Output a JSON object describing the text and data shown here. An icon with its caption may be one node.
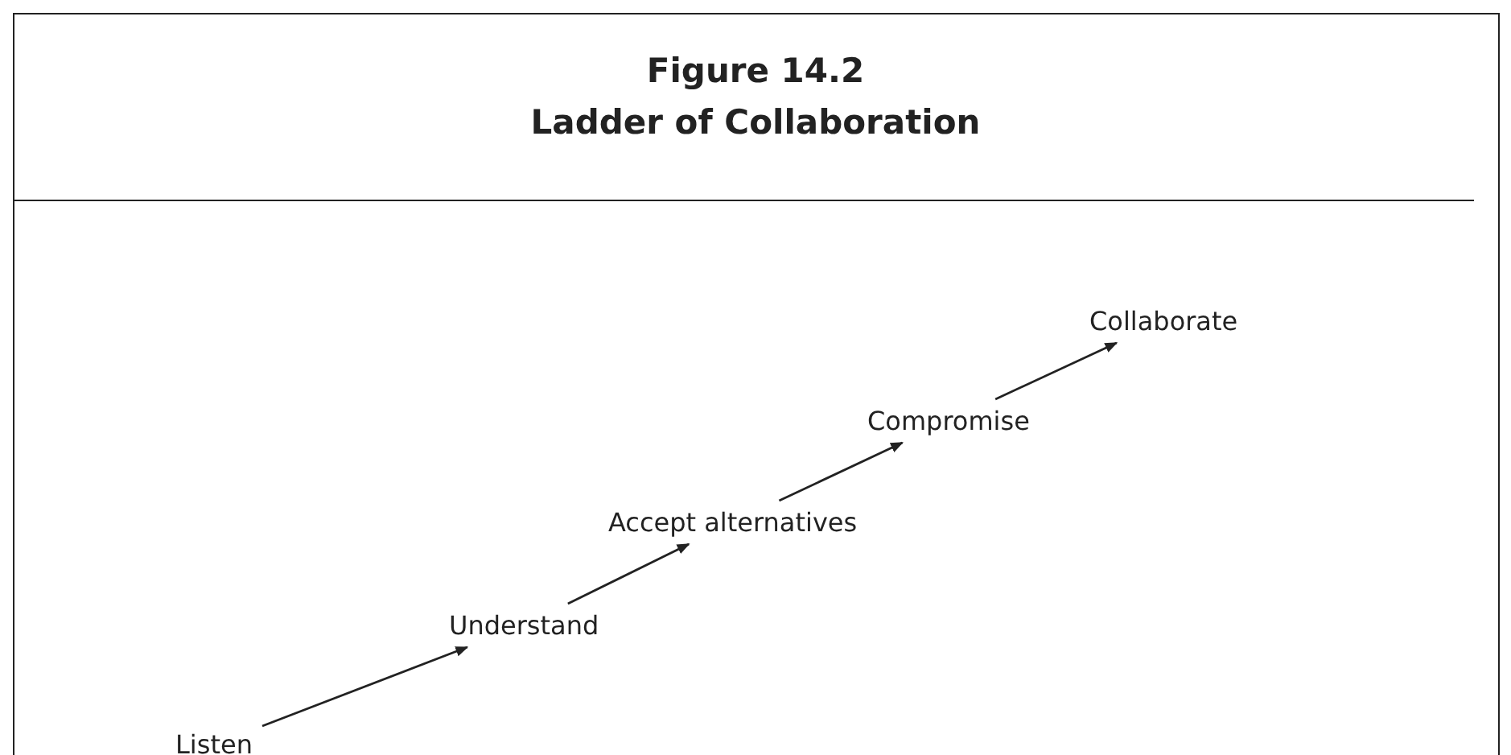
{
  "diagram": {
    "title": "Ladder of Collaboration",
    "labels": [
      "Figure 14.2"
    ],
    "nodes": [
      {
        "text": [
          "Listen"
        ]
      },
      {
        "text": [
          "Understand"
        ]
      },
      {
        "text": [
          "Accept alternatives"
        ]
      },
      {
        "text": [
          "Compromise"
        ]
      },
      {
        "text": [
          "Collaborate"
        ]
      }
    ],
    "edges": [
      {
        "from": 0,
        "to": 1,
        "arrow": "to"
      },
      {
        "from": 1,
        "to": 2,
        "arrow": "to"
      },
      {
        "from": 2,
        "to": 3,
        "arrow": "to"
      },
      {
        "from": 3,
        "to": 4,
        "arrow": "to"
      }
    ]
  }
}
